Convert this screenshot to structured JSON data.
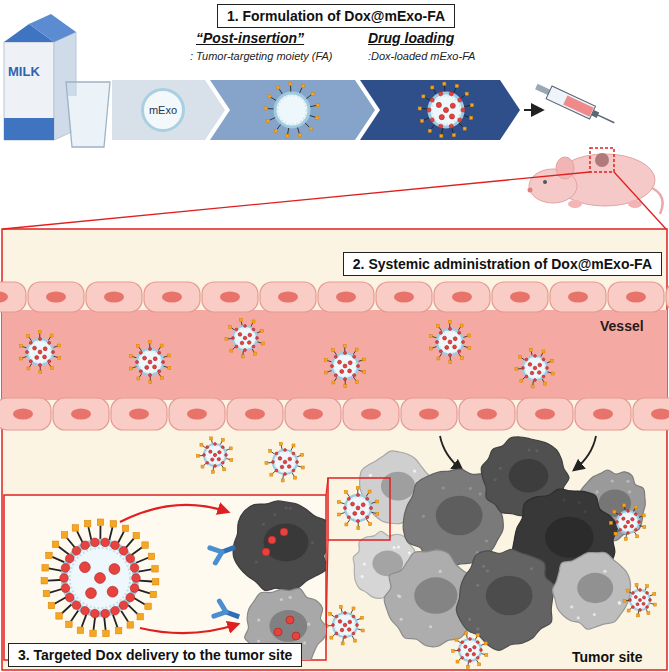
{
  "diagram": {
    "nodes": [
      {
        "text": [
          "1. Formulation of Dox@mExo-FA"
        ]
      },
      {
        "text": [
          "mExo"
        ]
      },
      {
        "text": [
          "2. Systemic administration of Dox@mExo-FA"
        ]
      },
      {
        "text": [
          "3. Targeted Dox delivery to the tumor site"
        ]
      }
    ],
    "labels": [
      "MILK",
      "“Post-insertion”",
      ": Tumor-targeting moiety (FA)",
      "Drug loading",
      ":Dox-loaded mExo-FA",
      "Vessel",
      "Tumor site"
    ]
  }
}
